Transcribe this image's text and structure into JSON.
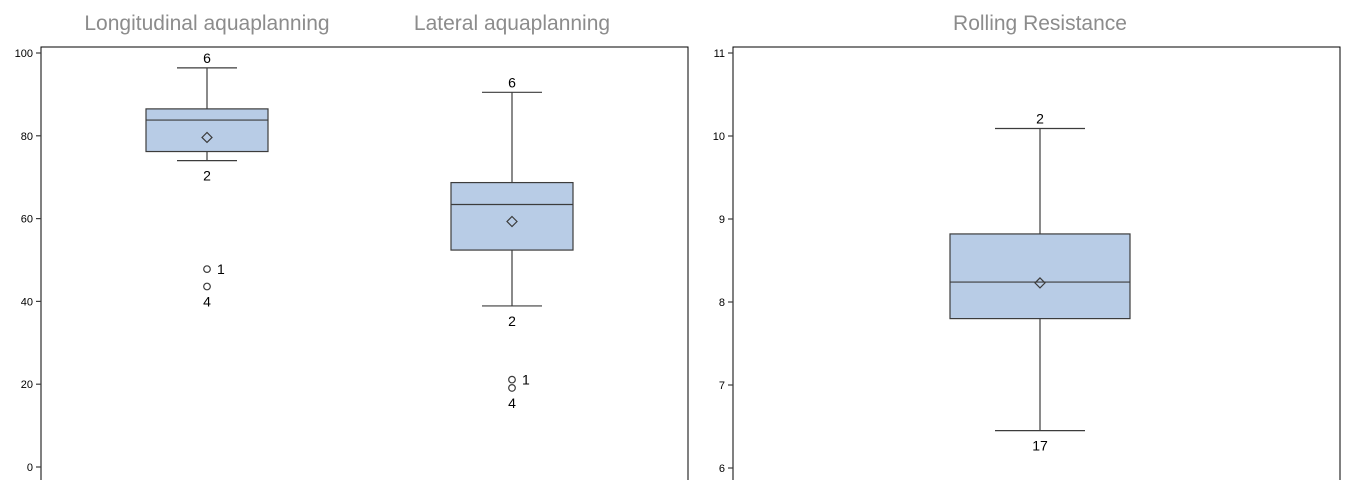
{
  "chart_data": [
    {
      "type": "box",
      "ylim": [
        0,
        100
      ],
      "yticks": [
        "0",
        "20",
        "40",
        "60",
        "80",
        "100"
      ],
      "grid": false,
      "legend": "none",
      "box_color": "#b8cce6",
      "series": [
        {
          "name": "Longitudinal aquaplanning",
          "whisker_low": 74,
          "q1": 76.2,
          "median": 83.8,
          "q3": 86.5,
          "whisker_high": 96.4,
          "mean": 79.6,
          "outliers": [
            {
              "value": 47.8,
              "label": "1"
            },
            {
              "value": 43.6,
              "label": ""
            }
          ],
          "annotations": [
            {
              "value": 96.4,
              "label": "6",
              "pos": "above"
            },
            {
              "value": 74,
              "label": "2",
              "pos": "below"
            },
            {
              "value": 43.6,
              "label": "4",
              "pos": "below"
            }
          ]
        },
        {
          "name": "Lateral aquaplanning",
          "whisker_low": 38.9,
          "q1": 52.4,
          "median": 63.4,
          "q3": 68.7,
          "whisker_high": 90.5,
          "mean": 59.3,
          "outliers": [
            {
              "value": 21.1,
              "label": "1"
            },
            {
              "value": 19.1,
              "label": ""
            }
          ],
          "annotations": [
            {
              "value": 90.5,
              "label": "6",
              "pos": "above"
            },
            {
              "value": 38.9,
              "label": "2",
              "pos": "below"
            },
            {
              "value": 19.1,
              "label": "4",
              "pos": "below"
            }
          ]
        }
      ]
    },
    {
      "type": "box",
      "ylim": [
        6,
        11
      ],
      "yticks": [
        "6",
        "7",
        "8",
        "9",
        "10",
        "11"
      ],
      "grid": false,
      "legend": "none",
      "box_color": "#b8cce6",
      "series": [
        {
          "name": "Rolling Resistance",
          "whisker_low": 6.45,
          "q1": 7.8,
          "median": 8.24,
          "q3": 8.82,
          "whisker_high": 10.09,
          "mean": 8.23,
          "outliers": [],
          "annotations": [
            {
              "value": 10.09,
              "label": "2",
              "pos": "above"
            },
            {
              "value": 6.45,
              "label": "17",
              "pos": "below"
            }
          ]
        }
      ]
    }
  ]
}
